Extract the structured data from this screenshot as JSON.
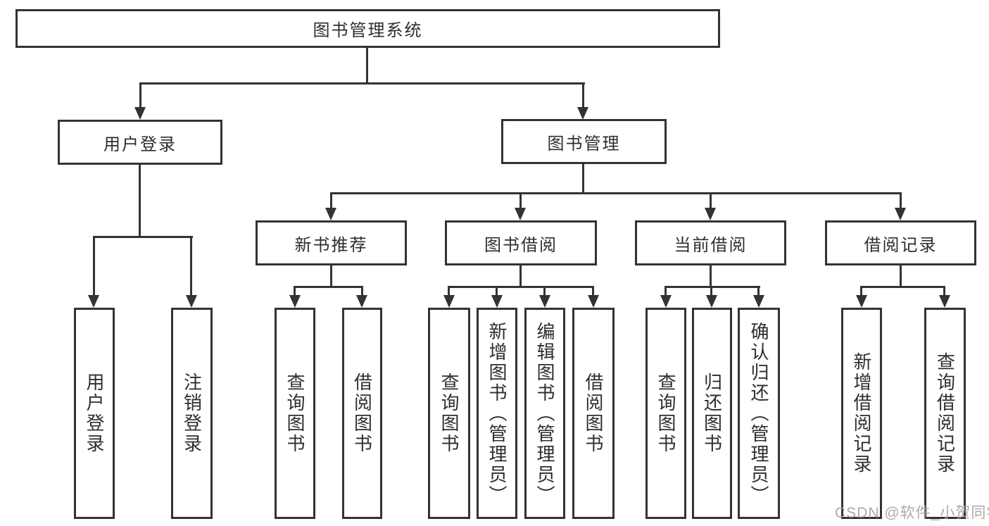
{
  "diagram": {
    "type": "tree",
    "root": {
      "label": "图书管理系统"
    },
    "branches": [
      {
        "label": "用户登录",
        "children": [
          {
            "label": "用户登录"
          },
          {
            "label": "注销登录"
          }
        ]
      },
      {
        "label": "图书管理",
        "children": [
          {
            "label": "新书推荐",
            "children": [
              {
                "label": "查询图书"
              },
              {
                "label": "借阅图书"
              }
            ]
          },
          {
            "label": "图书借阅",
            "children": [
              {
                "label": "查询图书"
              },
              {
                "label": "新增图书（管理员）"
              },
              {
                "label": "编辑图书（管理员）"
              },
              {
                "label": "借阅图书"
              }
            ]
          },
          {
            "label": "当前借阅",
            "children": [
              {
                "label": "查询图书"
              },
              {
                "label": "归还图书"
              },
              {
                "label": "确认归还（管理员）"
              }
            ]
          },
          {
            "label": "借阅记录",
            "children": [
              {
                "label": "新增借阅记录"
              },
              {
                "label": "查询借阅记录"
              }
            ]
          }
        ]
      }
    ]
  },
  "watermark": {
    "text": "CSDN @软件_小贺同学"
  },
  "colors": {
    "line": "#333333",
    "box_border": "#333333",
    "box_background": "#ffffff",
    "text": "#2e2e2e",
    "watermark": "#9e9e9e",
    "page_background": "#ffffff"
  }
}
